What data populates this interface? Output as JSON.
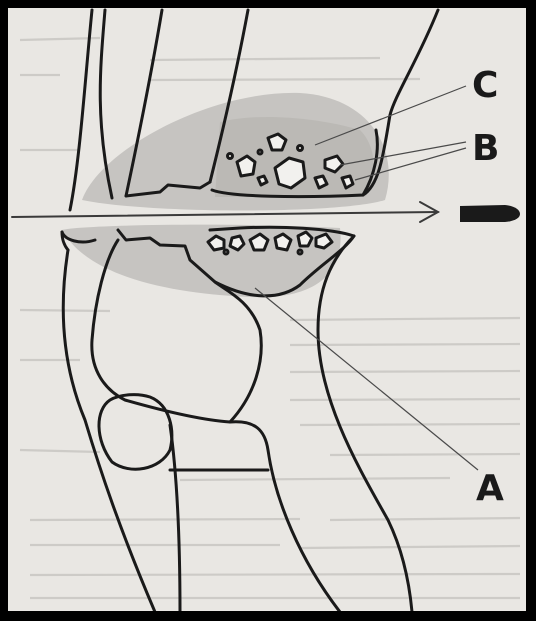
{
  "labels": {
    "a": "A",
    "b": "B",
    "c": "C"
  },
  "colors": {
    "page": "#e9e7e3",
    "frame": "#000000",
    "ink": "#1a1a1a",
    "shaded_zone": "#c6c4c1",
    "show_through_text": "#cdcbc7"
  },
  "icons": {
    "projectile": "bullet-icon",
    "trajectory": "arrow-icon"
  }
}
